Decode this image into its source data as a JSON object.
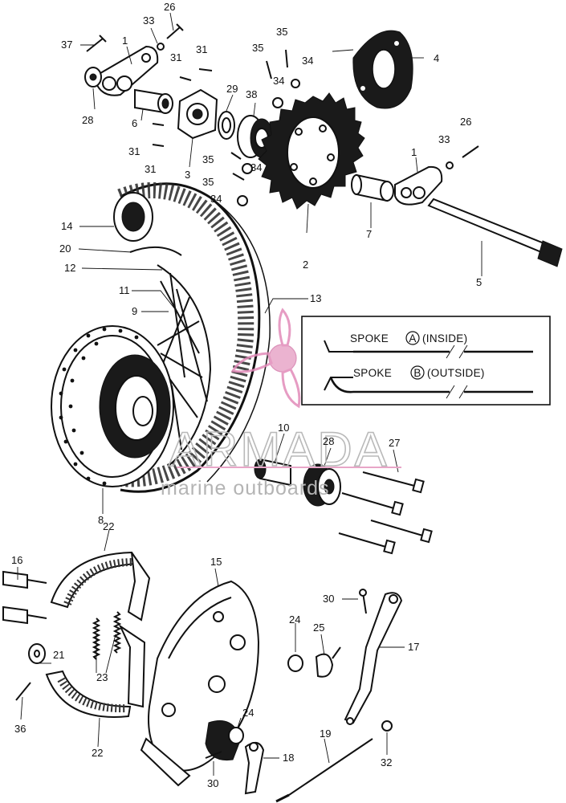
{
  "diagram": {
    "callouts": [
      "37",
      "1",
      "33",
      "26",
      "31",
      "31",
      "35",
      "35",
      "34",
      "4",
      "28",
      "6",
      "31",
      "31",
      "3",
      "29",
      "38",
      "34",
      "35",
      "35",
      "34",
      "34",
      "1",
      "33",
      "26",
      "14",
      "20",
      "12",
      "7",
      "2",
      "5",
      "11",
      "9",
      "13",
      "10",
      "28",
      "27",
      "8",
      "22",
      "16",
      "15",
      "30",
      "21",
      "23",
      "24",
      "25",
      "17",
      "36",
      "22",
      "24",
      "18",
      "30",
      "19",
      "32"
    ]
  },
  "legend": {
    "spoke_a_prefix": "SPOKE",
    "spoke_a_letter": "A",
    "spoke_a_suffix": "(INSIDE)",
    "spoke_b_prefix": "SPOKE",
    "spoke_b_letter": "B",
    "spoke_b_suffix": "(OUTSIDE)"
  },
  "watermark": {
    "brand": "ARMADA",
    "tagline": "marine outboards",
    "accent_color": "#e8a6c8"
  }
}
